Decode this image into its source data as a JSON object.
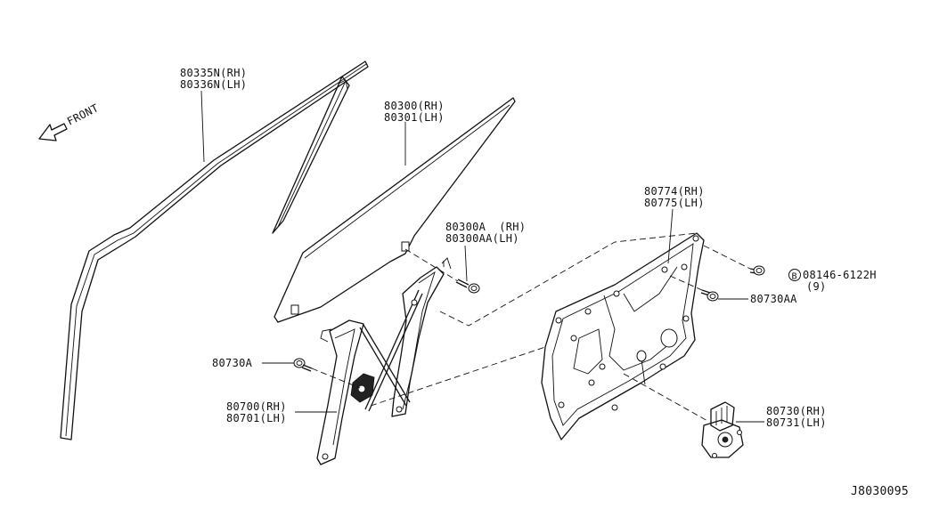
{
  "front_label": "FRONT",
  "diagram_id": "J8030095",
  "bolt_circle_letter": "B",
  "callouts": [
    {
      "id": "molding",
      "lines": [
        "80335N(RH)",
        "80336N(LH)"
      ]
    },
    {
      "id": "glass",
      "lines": [
        "80300(RH)",
        "80301(LH)"
      ]
    },
    {
      "id": "glass-bolt",
      "lines": [
        "80300A  (RH)",
        "80300AA(LH)"
      ]
    },
    {
      "id": "panel",
      "lines": [
        "80774(RH)",
        "80775(LH)"
      ]
    },
    {
      "id": "bolt-08146",
      "lines": [
        "08146-6122H",
        "(9)"
      ]
    },
    {
      "id": "bolt-80730aa",
      "lines": [
        "80730AA"
      ]
    },
    {
      "id": "bolt-80730a",
      "lines": [
        "80730A"
      ]
    },
    {
      "id": "regulator",
      "lines": [
        "80700(RH)",
        "80701(LH)"
      ]
    },
    {
      "id": "motor",
      "lines": [
        "80730(RH)",
        "80731(LH)"
      ]
    }
  ]
}
